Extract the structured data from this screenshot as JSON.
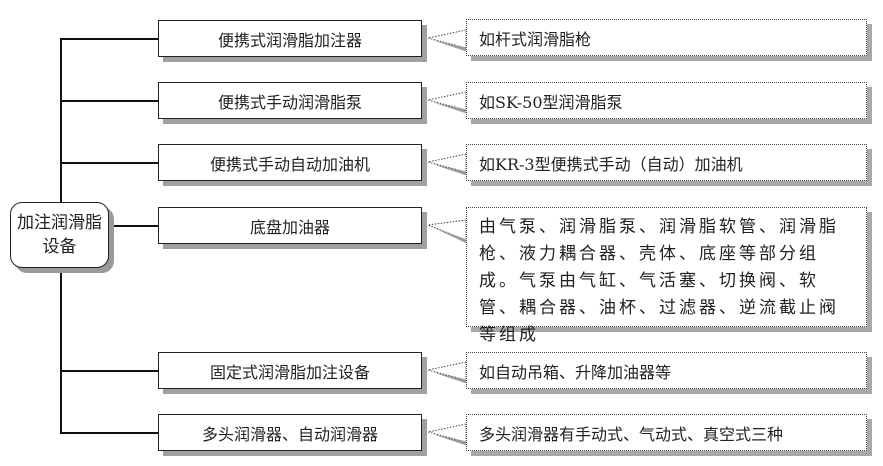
{
  "root": {
    "label": "加注润滑脂设备"
  },
  "branches": [
    {
      "label": "便携式润滑脂加注器",
      "note": "如杆式润滑脂枪"
    },
    {
      "label": "便携式手动润滑脂泵",
      "note": "如SK-50型润滑脂泵"
    },
    {
      "label": "便携式手动自动加油机",
      "note": "如KR-3型便携式手动（自动）加油机"
    },
    {
      "label": "底盘加油器",
      "note": "由气泵、润滑脂泵、润滑脂软管、润滑脂枪、液力耦合器、壳体、底座等部分组成。气泵由气缸、气活塞、切换阀、软管、耦合器、油杯、过滤器、逆流截止阀等组成"
    },
    {
      "label": "固定式润滑脂加注设备",
      "note": "如自动吊箱、升降加油器等"
    },
    {
      "label": "多头润滑器、自动润滑器",
      "note": "多头润滑器有手动式、气动式、真空式三种"
    }
  ]
}
